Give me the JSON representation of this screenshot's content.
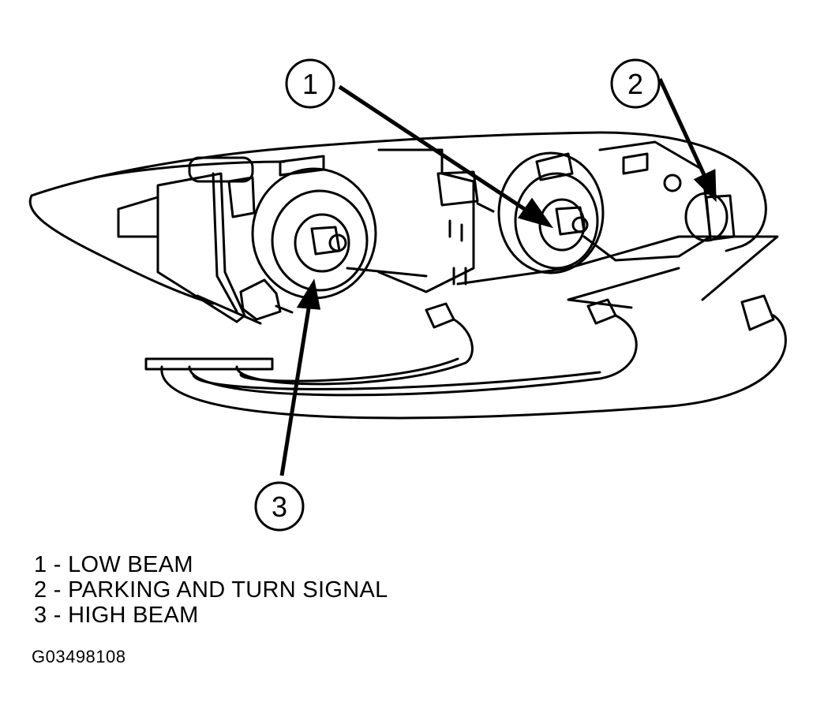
{
  "diagram": {
    "callouts": [
      {
        "number": "1",
        "target": "low-beam-bulb"
      },
      {
        "number": "2",
        "target": "parking-and-turn-signal-bulb"
      },
      {
        "number": "3",
        "target": "high-beam-bulb"
      }
    ]
  },
  "legend": {
    "items": [
      {
        "text": "1 - LOW BEAM"
      },
      {
        "text": "2 - PARKING AND TURN SIGNAL"
      },
      {
        "text": "3 - HIGH BEAM"
      }
    ]
  },
  "figure_code": "G03498108",
  "colors": {
    "line": "#000000",
    "background": "#ffffff"
  }
}
